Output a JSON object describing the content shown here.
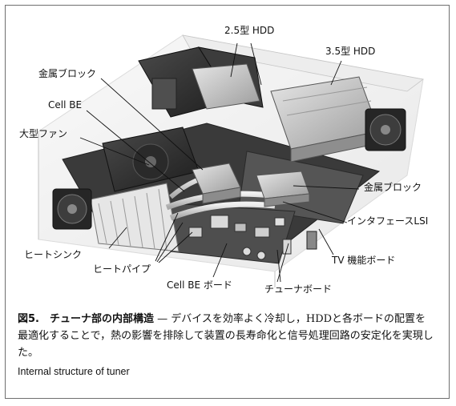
{
  "labels": {
    "hdd25": "2.5型 HDD",
    "hdd35": "3.5型 HDD",
    "metal_block_left": "金属ブロック",
    "cell_be": "Cell BE",
    "large_fan": "大型ファン",
    "metal_block_right": "金属ブロック",
    "interface_lsi": "インタフェースLSI",
    "heat_sink": "ヒートシンク",
    "tv_board": "TV 機能ボード",
    "heat_pipe": "ヒートパイプ",
    "cell_be_board": "Cell BE ボード",
    "tuner_board": "チューナボード"
  },
  "caption": {
    "title": "図5.　チューナ部の内部構造",
    "body": " — デバイスを効率よく冷却し，HDDと各ボードの配置を最適化することで，熱の影響を排除して装置の長寿命化と信号処理回路の安定化を実現した。",
    "english": "Internal structure of tuner"
  },
  "colors": {
    "border": "#6f6f6f",
    "text": "#111111"
  }
}
